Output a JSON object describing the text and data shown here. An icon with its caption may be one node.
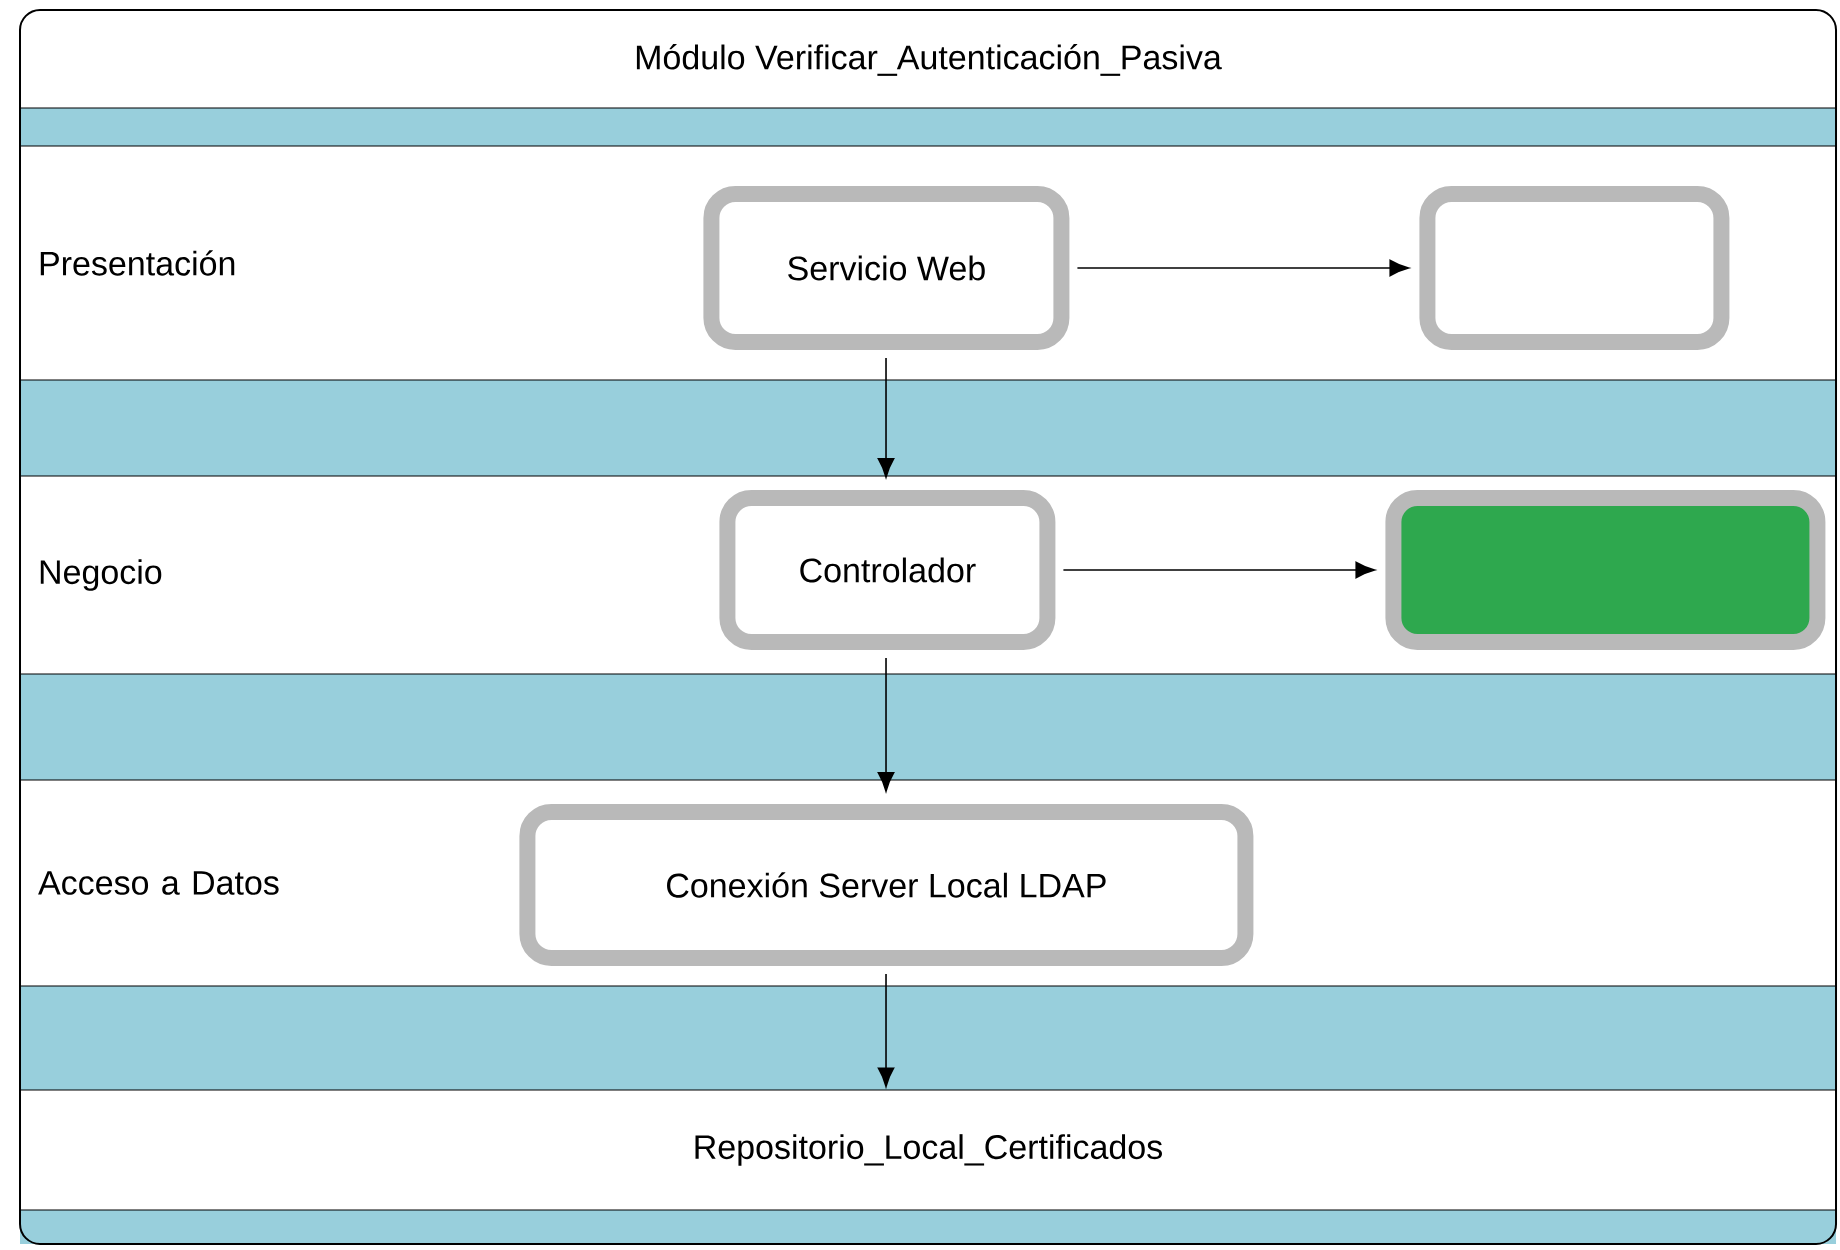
{
  "diagram": {
    "title": "Módulo Verificar_Autenticación_Pasiva",
    "nodes": [
      {
        "text": [
          "Presentación"
        ]
      },
      {
        "text": [
          "Servicio Web"
        ],
        "in": 0
      },
      {
        "text": [],
        "shape": "box",
        "in": 0
      },
      {
        "text": [
          "Negocio"
        ]
      },
      {
        "text": [
          "Controlador"
        ],
        "in": 3
      },
      {
        "text": [],
        "shape": "box",
        "in": 3
      },
      {
        "text": [
          "Acceso a Datos"
        ]
      },
      {
        "text": [
          "Conexión Server Local LDAP"
        ],
        "in": 6
      },
      {
        "text": [
          "Repositorio_Local_Certificados"
        ]
      }
    ],
    "edges": [
      {
        "from": 1,
        "to": 2,
        "arrow": "to"
      },
      {
        "from": 1,
        "to": 4,
        "arrow": "to"
      },
      {
        "from": 4,
        "to": 5,
        "arrow": "to"
      },
      {
        "from": 4,
        "to": 7,
        "arrow": "to"
      },
      {
        "from": 7,
        "to": 8,
        "arrow": "to"
      }
    ]
  }
}
